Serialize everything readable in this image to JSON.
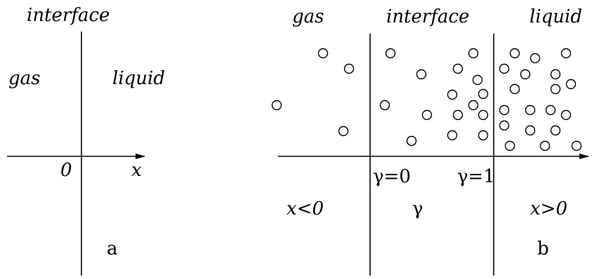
{
  "panel_a": {
    "label_top": "interface",
    "label_left": "gas",
    "label_right": "liquid",
    "origin": "0",
    "axis": "x",
    "panel": "a"
  },
  "panel_b": {
    "label_gas": "gas",
    "label_interface": "interface",
    "label_liquid": "liquid",
    "gamma0": "γ=0",
    "gamma1": "γ=1",
    "left_cond": "x<0",
    "middle": "γ",
    "right_cond": "x>0",
    "panel": "b"
  }
}
